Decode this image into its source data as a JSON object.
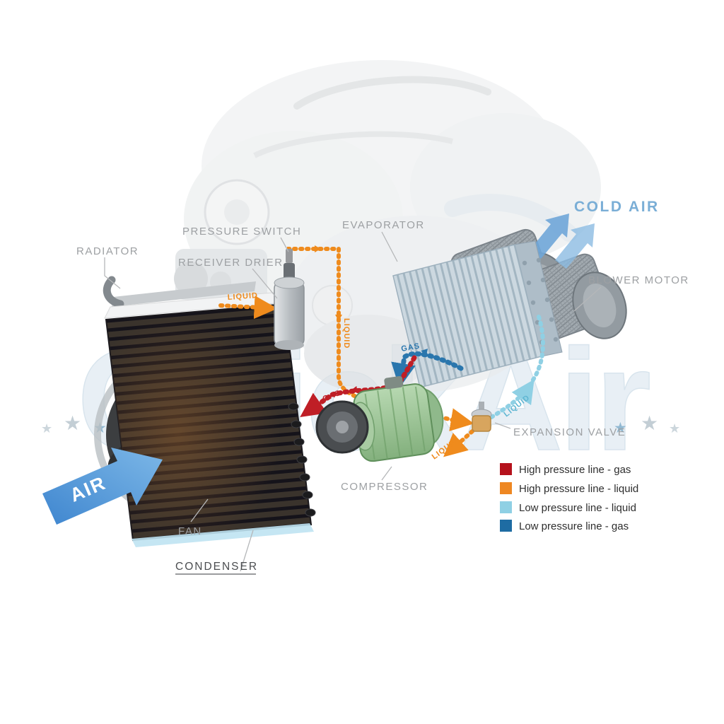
{
  "watermark": {
    "text": "QuickAir",
    "star": "★"
  },
  "component_labels": {
    "radiator": "RADIATOR",
    "pressure_switch": "PRESSURE SWITCH",
    "receiver_drier": "RECEIVER DRIER",
    "evaporator": "EVAPORATOR",
    "blower_motor": "BLOWER MOTOR",
    "cold_air": "COLD AIR",
    "expansion_valve": "EXPANSION VALVE",
    "compressor": "COMPRESSOR",
    "fan": "FAN",
    "condenser": "CONDENSER",
    "air_flow": "AIR"
  },
  "pipe_labels": {
    "condenser_to_drier": "LIQUID",
    "drier_to_valve_vertical": "LIQUID",
    "compressor_discharge": "GAS",
    "evaporator_suction": "GAS",
    "valve_to_evaporator": "LIQUID",
    "valve_outlet": "LIQUID"
  },
  "legend": {
    "items": [
      {
        "label": "High pressure line - gas",
        "color": "#b5121c"
      },
      {
        "label": "High pressure line - liquid",
        "color": "#ee8722"
      },
      {
        "label": "Low pressure line - liquid",
        "color": "#8fd0e4"
      },
      {
        "label": "Low pressure line -  gas",
        "color": "#1e6ca3"
      }
    ]
  },
  "pipe_colors": {
    "high_pressure_gas": "#bf1e26",
    "high_pressure_liquid": "#ef8b1d",
    "low_pressure_liquid": "#8fd0e4",
    "low_pressure_gas": "#2a76ad"
  }
}
